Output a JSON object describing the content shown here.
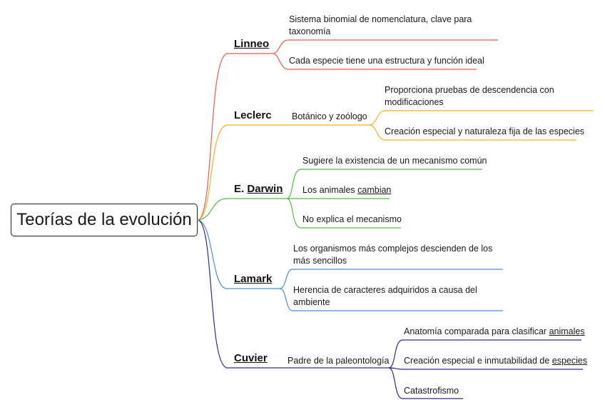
{
  "root": {
    "label": "Teorías de la evolución"
  },
  "colors": {
    "linneo": "#ee5a4f",
    "leclerc": "#f2b01e",
    "darwin": "#55b948",
    "lamark": "#4a8ed8",
    "cuvier": "#2e2e8c"
  },
  "branches": {
    "linneo": {
      "label": "Linneo",
      "children": [
        "Sistema binomial de nomenclatura, clave para taxonomía",
        "Cada especie tiene una estructura y función ideal"
      ]
    },
    "leclerc": {
      "label": "Leclerc",
      "mid": "Botánico y zoólogo",
      "children": [
        "Proporciona pruebas de descendencia con modificaciones",
        "Creación especial y naturaleza fija de las especies"
      ]
    },
    "darwin": {
      "label_prefix": "E.",
      "label_name": "Darwin",
      "children": [
        "Sugiere la existencia de un mecanismo común",
        "Los animales",
        "No explica el mecanismo"
      ],
      "child2_link": "cambian"
    },
    "lamark": {
      "label": "Lamark",
      "children": [
        "Los organismos más complejos descienden de los más sencillos",
        "Herencia de caracteres adquiridos a causa del ambiente"
      ]
    },
    "cuvier": {
      "label": "Cuvier",
      "mid": "Padre de la paleontología",
      "children": [
        "Anatomía comparada para clasificar",
        "Creación especial e inmutabilidad de",
        "Catastrofismo"
      ],
      "child1_link": "animales",
      "child2_link": "especies"
    }
  }
}
